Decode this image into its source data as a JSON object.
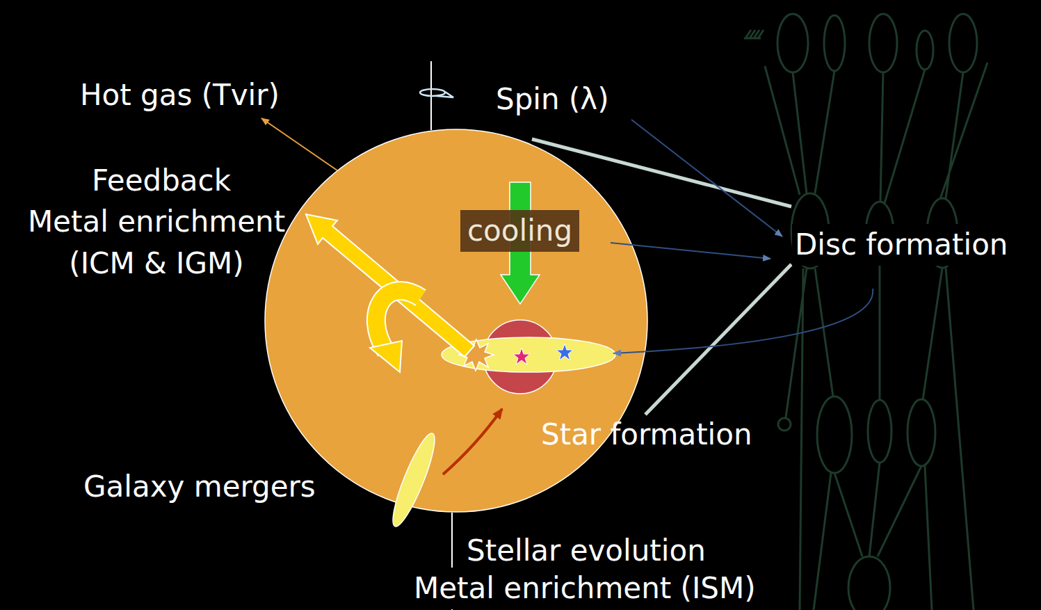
{
  "diagram": {
    "nodes": [
      {
        "text": [
          "cooling"
        ]
      }
    ],
    "labels": [
      "Hot gas (Tvir)",
      "Spin (λ)",
      "Feedback",
      "Metal enrichment (ICM & IGM)",
      "Disc formation",
      "Star formation",
      "Galaxy mergers",
      "Stellar evolution",
      "Metal enrichment (ISM)"
    ]
  }
}
